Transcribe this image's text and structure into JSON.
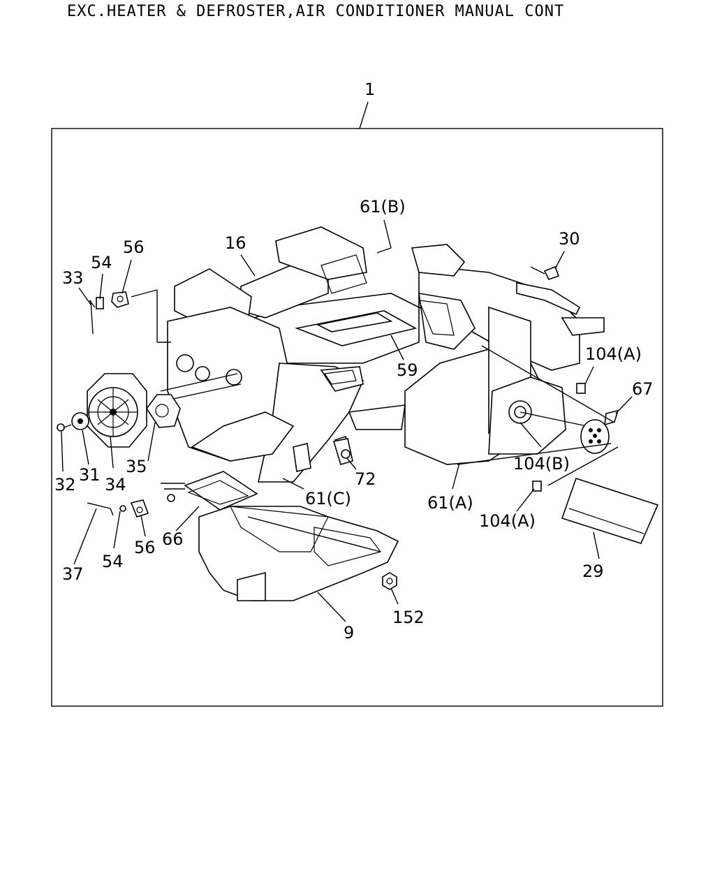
{
  "title": "EXC.HEATER & DEFROSTER,AIR CONDITIONER MANUAL CONT",
  "callouts": {
    "c1": "1",
    "c61b": "61(B)",
    "c16": "16",
    "c56a": "56",
    "c54a": "54",
    "c33": "33",
    "c30": "30",
    "c104a1": "104(A)",
    "c67": "67",
    "c59": "59",
    "c104b": "104(B)",
    "c35": "35",
    "c32": "32",
    "c31": "31",
    "c34": "34",
    "c72": "72",
    "c61c": "61(C)",
    "c61a": "61(A)",
    "c104a2": "104(A)",
    "c66": "66",
    "c56b": "56",
    "c54b": "54",
    "c37": "37",
    "c29": "29",
    "c152": "152",
    "c9": "9"
  }
}
